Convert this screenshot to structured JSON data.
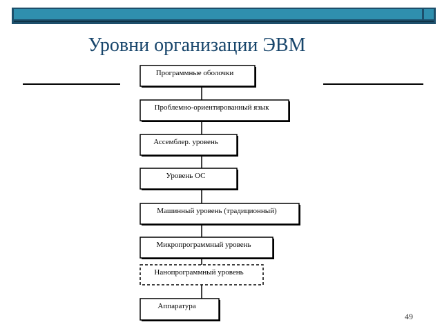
{
  "slide": {
    "title": "Уровни организации ЭВМ",
    "page_number": "49"
  },
  "diagram": {
    "levels": [
      {
        "label": "Программные оболочки",
        "dashed": false
      },
      {
        "label": "Проблемно-ориентированный язык",
        "dashed": false
      },
      {
        "label": "Ассемблер. уровень",
        "dashed": false
      },
      {
        "label": "Уровень ОС",
        "dashed": false
      },
      {
        "label": "Машинный уровень (традиционный)",
        "dashed": false
      },
      {
        "label": "Микропрограммный уровень",
        "dashed": false
      },
      {
        "label": "Нанопрограммный уровень",
        "dashed": true
      },
      {
        "label": "Аппаратура",
        "dashed": false
      }
    ]
  },
  "colors": {
    "title": "#17456b",
    "header_dark": "#1d4f6b",
    "header_light": "#2f8fae"
  }
}
